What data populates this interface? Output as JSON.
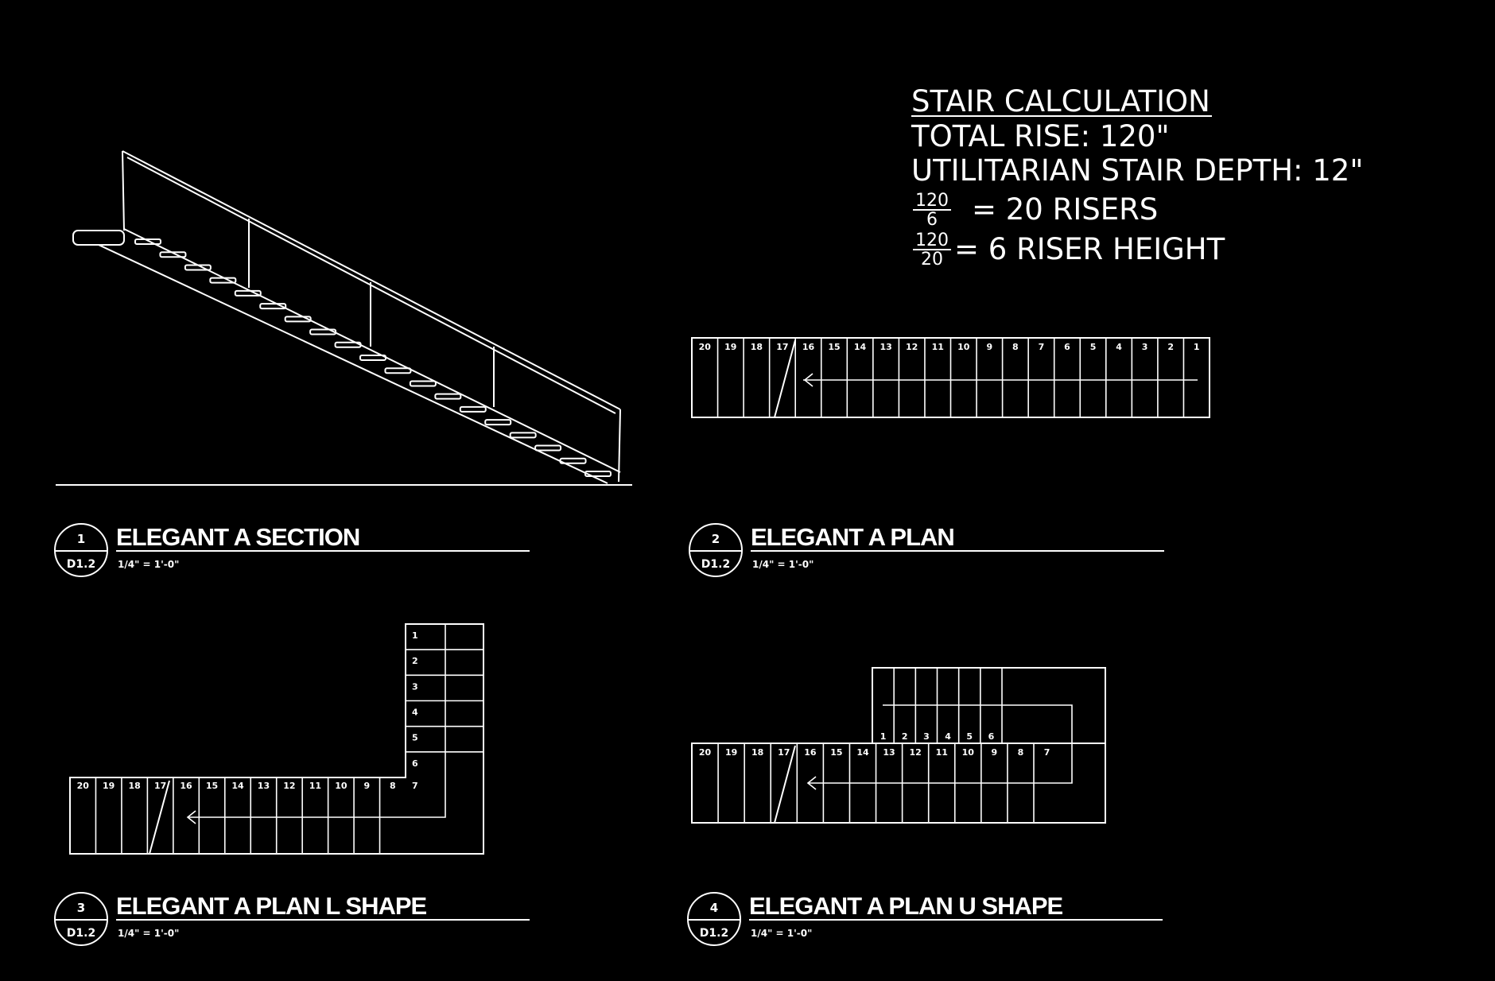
{
  "calc": {
    "heading": "STAIR  CALCULATION",
    "total_rise": "TOTAL  RISE:  120\"",
    "stair_depth": "UTILITARIAN  STAIR  DEPTH:  12\"",
    "frac1_num": "120",
    "frac1_den": "6",
    "line3_rest": "=  20  RISERS",
    "frac2_num": "120",
    "frac2_den": "20",
    "line4_rest": "=  6  RISER  HEIGHT"
  },
  "views": [
    {
      "number": "1",
      "sheet": "D1.2",
      "title": "ELEGANT A SECTION",
      "scale": "1/4\" = 1'-0\""
    },
    {
      "number": "2",
      "sheet": "D1.2",
      "title": "ELEGANT A PLAN",
      "scale": "1/4\" = 1'-0\""
    },
    {
      "number": "3",
      "sheet": "D1.2",
      "title": "ELEGANT A PLAN L SHAPE",
      "scale": "1/4\" = 1'-0\""
    },
    {
      "number": "4",
      "sheet": "D1.2",
      "title": "ELEGANT A PLAN U SHAPE",
      "scale": "1/4\" = 1'-0\""
    }
  ],
  "plan_straight": {
    "tread_numbers": [
      "20",
      "19",
      "18",
      "17",
      "16",
      "15",
      "14",
      "13",
      "12",
      "11",
      "10",
      "9",
      "8",
      "7",
      "6",
      "5",
      "4",
      "3",
      "2",
      "1"
    ]
  },
  "plan_l": {
    "upper_numbers": [
      "1",
      "2",
      "3",
      "4",
      "5",
      "6"
    ],
    "lower_numbers": [
      "20",
      "19",
      "18",
      "17",
      "16",
      "15",
      "14",
      "13",
      "12",
      "11",
      "10",
      "9",
      "8",
      "7"
    ]
  },
  "plan_u": {
    "upper_numbers": [
      "1",
      "2",
      "3",
      "4",
      "5",
      "6"
    ],
    "lower_numbers": [
      "20",
      "19",
      "18",
      "17",
      "16",
      "15",
      "14",
      "13",
      "12",
      "11",
      "10",
      "9",
      "8",
      "7"
    ]
  },
  "colors": {
    "background": "#000000",
    "line": "#ffffff"
  }
}
